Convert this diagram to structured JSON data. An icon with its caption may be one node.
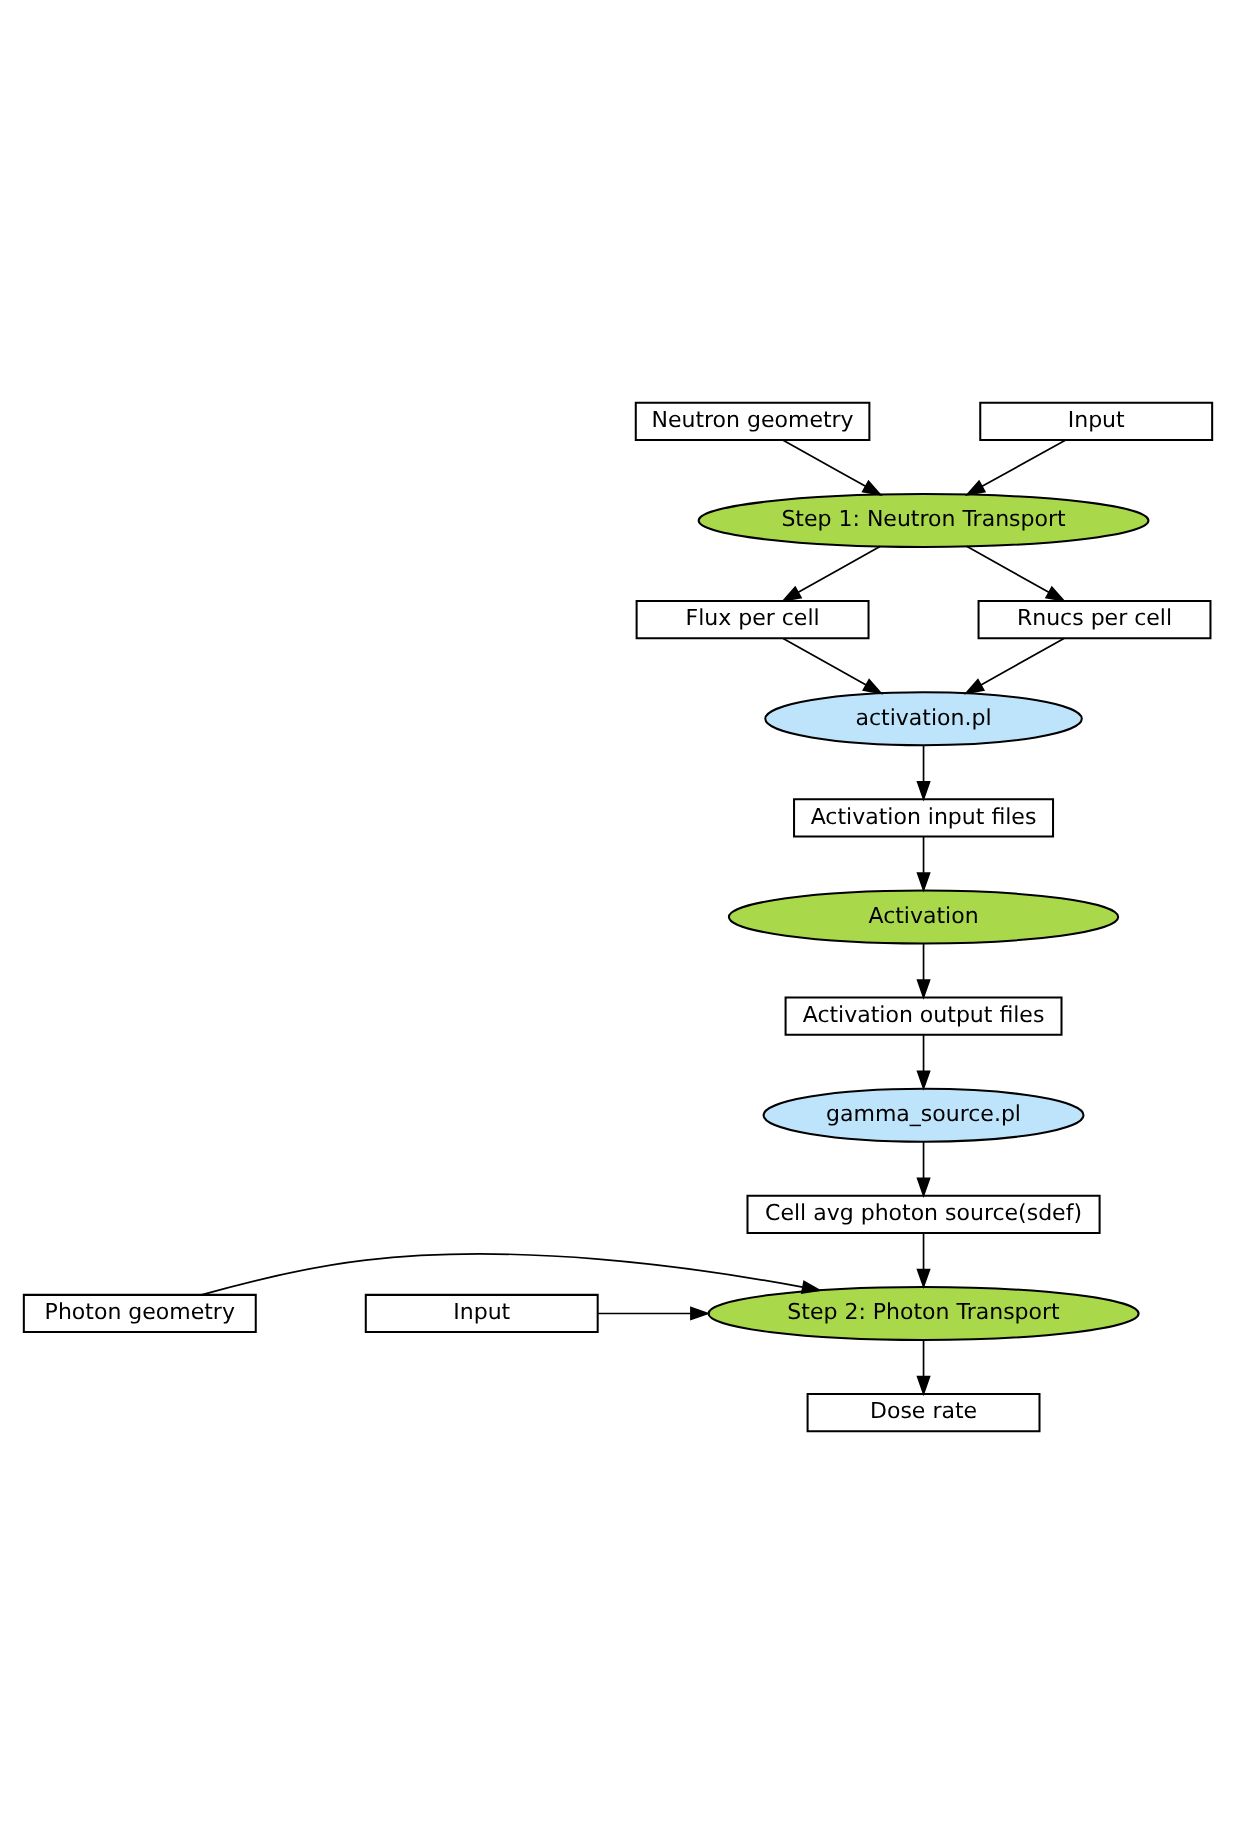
{
  "diagram": {
    "nodes": [
      {
        "text": [
          "Neutron geometry"
        ]
      },
      {
        "text": [
          "Input"
        ]
      },
      {
        "text": [
          "Step 1: Neutron Transport"
        ]
      },
      {
        "text": [
          "Flux per cell"
        ]
      },
      {
        "text": [
          "Rnucs per cell"
        ]
      },
      {
        "text": [
          "activation.pl"
        ]
      },
      {
        "text": [
          "Activation input files"
        ]
      },
      {
        "text": [
          "Activation"
        ]
      },
      {
        "text": [
          "Activation output files"
        ]
      },
      {
        "text": [
          "gamma_source.pl"
        ]
      },
      {
        "text": [
          "Cell avg photon source(sdef)"
        ]
      },
      {
        "text": [
          "Step 2: Photon Transport"
        ]
      },
      {
        "text": [
          "Photon geometry"
        ]
      },
      {
        "text": [
          "Input"
        ]
      },
      {
        "text": [
          "Dose rate"
        ]
      }
    ],
    "edges": [
      {
        "from": 0,
        "to": 2,
        "arrow": "to"
      },
      {
        "from": 1,
        "to": 2,
        "arrow": "to"
      },
      {
        "from": 2,
        "to": 3,
        "arrow": "to"
      },
      {
        "from": 2,
        "to": 4,
        "arrow": "to"
      },
      {
        "from": 3,
        "to": 5,
        "arrow": "to"
      },
      {
        "from": 4,
        "to": 5,
        "arrow": "to"
      },
      {
        "from": 5,
        "to": 6,
        "arrow": "to"
      },
      {
        "from": 6,
        "to": 7,
        "arrow": "to"
      },
      {
        "from": 7,
        "to": 8,
        "arrow": "to"
      },
      {
        "from": 8,
        "to": 9,
        "arrow": "to"
      },
      {
        "from": 9,
        "to": 10,
        "arrow": "to"
      },
      {
        "from": 10,
        "to": 11,
        "arrow": "to"
      },
      {
        "from": 12,
        "to": 11,
        "arrow": "to"
      },
      {
        "from": 13,
        "to": 11,
        "arrow": "to"
      },
      {
        "from": 11,
        "to": 14,
        "arrow": "to"
      }
    ]
  }
}
